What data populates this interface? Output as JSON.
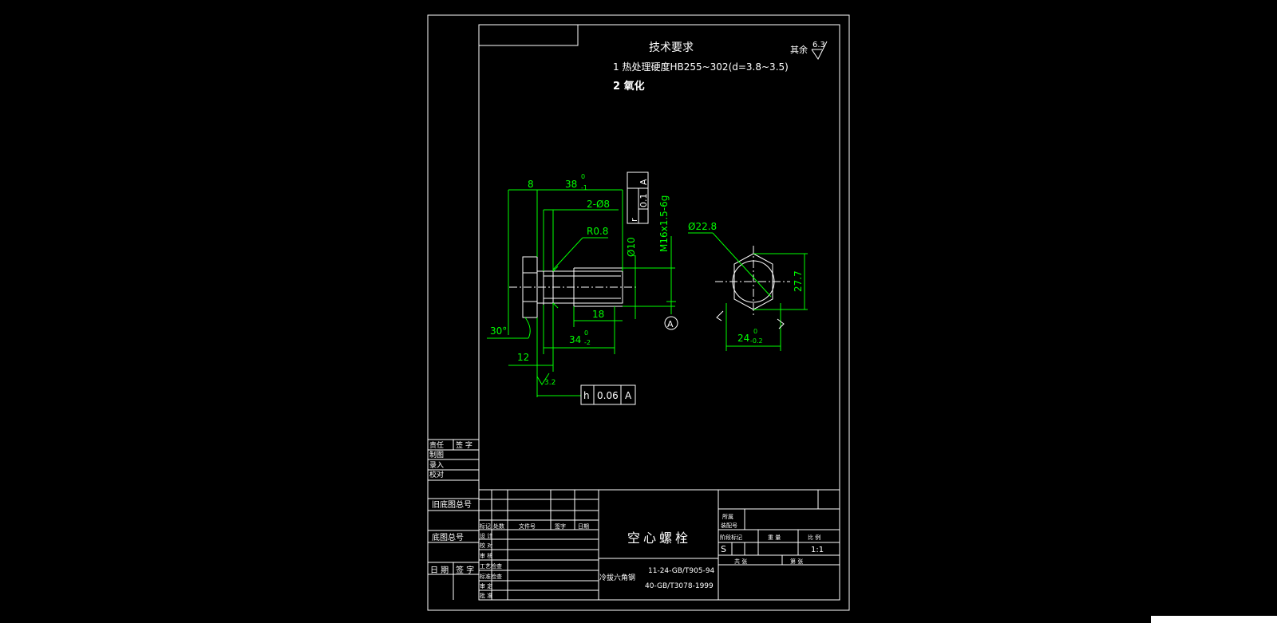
{
  "tech_requirements": {
    "title": "技术要求",
    "item1": "1 热处理硬度HB255~302(d=3.8~3.5)",
    "item2": "2 氧化"
  },
  "roughness_note": {
    "label": "其余",
    "value": "6.3"
  },
  "dimensions": {
    "d8": "8",
    "d38": "38",
    "d38_tol_upper": "0",
    "d38_tol_lower": "-1",
    "holes": "2-Ø8",
    "radius": "R0.8",
    "dia10": "Ø10",
    "thread": "M16x1.5-6g",
    "d18": "18",
    "d34": "34",
    "d34_tol_upper": "0",
    "d34_tol_lower": "-2",
    "angle": "30°",
    "d12": "12",
    "roughness32": "3.2",
    "dia22_8": "Ø22.8",
    "d27_7": "27.7",
    "d24": "24",
    "d24_tol_upper": "0",
    "d24_tol_lower": "-0.2",
    "datum": "A"
  },
  "tolerance_frame_top": {
    "symbol": "r",
    "value": "0.1",
    "datum": "A"
  },
  "tolerance_frame_bottom": {
    "symbol": "h",
    "value": "0.06",
    "datum": "A"
  },
  "left_strip": {
    "row1_a": "责任",
    "row1_b": "签 字",
    "row2": "制图",
    "row3": "录入",
    "row4": "校对",
    "old_drawing_no": "旧底图总号",
    "base_drawing_no": "底图总号",
    "date_sign_a": "日 期",
    "date_sign_b": "签 字"
  },
  "title_block": {
    "hdr_mark": "标记",
    "hdr_count": "处数",
    "hdr_doc": "文件号",
    "hdr_sign": "签字",
    "hdr_date": "日期",
    "design": "设 计",
    "check": "校 对",
    "review": "审 核",
    "process": "工艺检查",
    "standard": "标准检查",
    "audit": "审 定",
    "approve": "批 准",
    "part_name": "空心螺栓",
    "material": "冷拔六角钢",
    "std1": "11-24-GB/T905-94",
    "std2": "40-GB/T3078-1999",
    "belongs": "所属",
    "fit_no": "装配号",
    "stage_mark": "阶段标记",
    "weight": "重 量",
    "scale_label": "比 例",
    "stage_s": "S",
    "scale": "1:1",
    "sheets_total": "共 张",
    "sheet_no": "第 张"
  }
}
